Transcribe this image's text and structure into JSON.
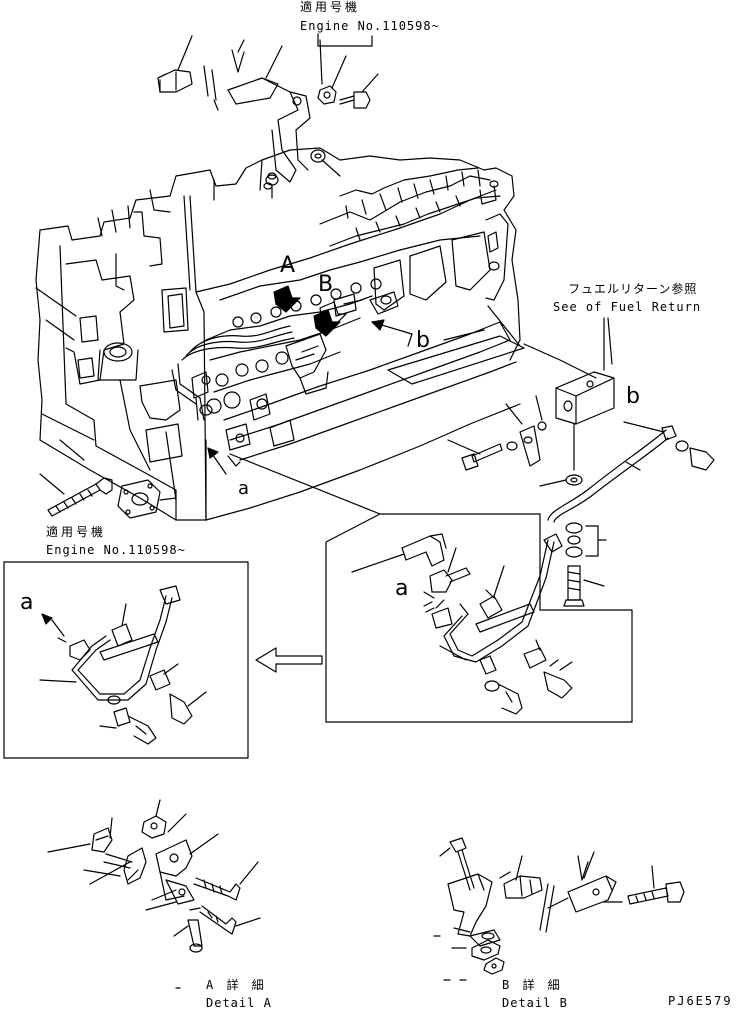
{
  "top_note": {
    "jp": "適用号機",
    "en": "Engine No.110598~"
  },
  "left_note": {
    "jp": "適用号機",
    "en": "Engine No.110598~"
  },
  "fuel_return": {
    "jp": "フュエルリターン参照",
    "en": "See of Fuel Return"
  },
  "callouts": {
    "A": "A",
    "B": "B",
    "a_main": "a",
    "b_main": "b",
    "b_block": "b",
    "a_left": "a",
    "a_right": "a"
  },
  "detail_a": {
    "jp": "A 詳 細",
    "en": "Detail A"
  },
  "detail_b": {
    "jp": "B 詳 細",
    "en": "Detail B"
  },
  "part_code": "PJ6E579"
}
